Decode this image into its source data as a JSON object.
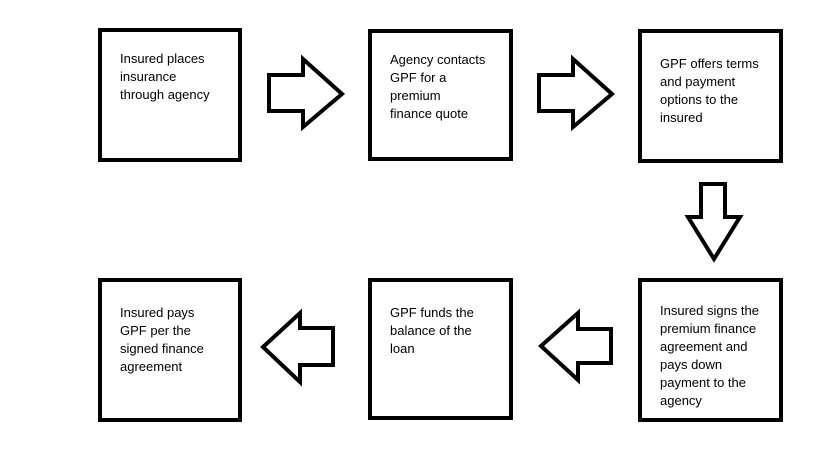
{
  "flowchart": {
    "steps": [
      {
        "text": "Insured places\ninsurance\nthrough agency"
      },
      {
        "text": "Agency contacts\nGPF for a\npremium\nfinance quote"
      },
      {
        "text": "GPF offers terms\nand payment\noptions to the\ninsured"
      },
      {
        "text": "Insured signs the\npremium finance\nagreement and\npays down\npayment to the\nagency"
      },
      {
        "text": "GPF funds the\nbalance of the\nloan"
      },
      {
        "text": "Insured pays\nGPF per the\nsigned finance\nagreement"
      }
    ],
    "arrows": [
      {
        "from": 1,
        "to": 2,
        "direction": "right"
      },
      {
        "from": 2,
        "to": 3,
        "direction": "right"
      },
      {
        "from": 3,
        "to": 4,
        "direction": "down"
      },
      {
        "from": 4,
        "to": 5,
        "direction": "left"
      },
      {
        "from": 5,
        "to": 6,
        "direction": "left"
      }
    ],
    "colors": {
      "stroke": "#000000",
      "fill": "#ffffff",
      "text": "#000000"
    }
  }
}
